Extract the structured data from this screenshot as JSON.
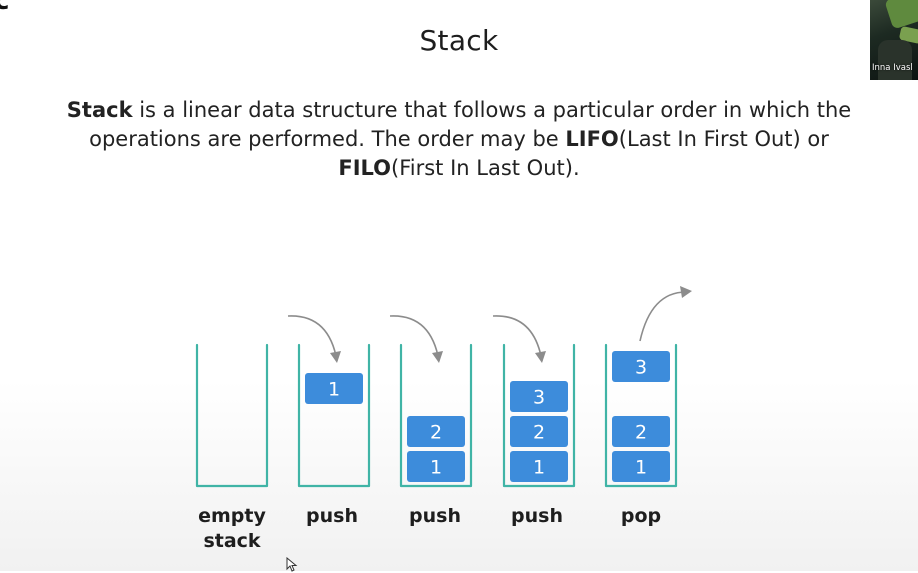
{
  "corner": {
    "glyph": "c"
  },
  "slide": {
    "title": "Stack",
    "description": {
      "part1_bold": "Stack",
      "part2": " is a linear data structure that follows a particular order in which the operations are performed. The order may be ",
      "part3_bold": "LIFO",
      "part4": "(Last In First Out) or ",
      "part5_bold": "FILO",
      "part6": "(First In Last Out)."
    }
  },
  "diagram": {
    "colors": {
      "container": "#40b4a6",
      "block": "#3d8cdb",
      "block_text": "#ffffff",
      "arrow": "#8c8c8c"
    },
    "stacks": [
      {
        "label_line1": "empty",
        "label_line2": "stack",
        "blocks": [],
        "arrow": "none"
      },
      {
        "label_line1": "push",
        "blocks": [
          "1"
        ],
        "arrow": "in"
      },
      {
        "label_line1": "push",
        "blocks": [
          "1",
          "2"
        ],
        "arrow": "in"
      },
      {
        "label_line1": "push",
        "blocks": [
          "1",
          "2",
          "3"
        ],
        "arrow": "in"
      },
      {
        "label_line1": "pop",
        "blocks": [
          "1",
          "2"
        ],
        "popped": "3",
        "arrow": "out"
      }
    ]
  },
  "webcam": {
    "name": "Inna Ivasl"
  }
}
